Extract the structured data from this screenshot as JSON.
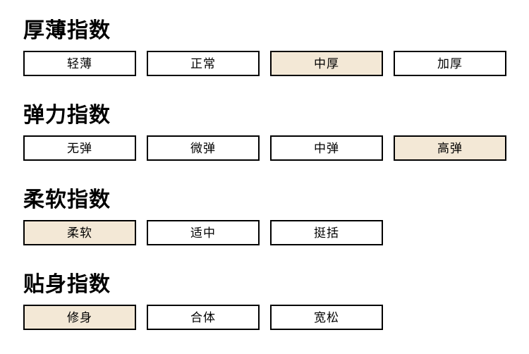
{
  "colors": {
    "selected_bg": "#f3e8d6",
    "border": "#000000",
    "text": "#000000",
    "page_bg": "#ffffff"
  },
  "sections": [
    {
      "title": "厚薄指数",
      "options": [
        {
          "label": "轻薄",
          "selected": false
        },
        {
          "label": "正常",
          "selected": false
        },
        {
          "label": "中厚",
          "selected": true
        },
        {
          "label": "加厚",
          "selected": false
        }
      ]
    },
    {
      "title": "弹力指数",
      "options": [
        {
          "label": "无弹",
          "selected": false
        },
        {
          "label": "微弹",
          "selected": false
        },
        {
          "label": "中弹",
          "selected": false
        },
        {
          "label": "高弹",
          "selected": true
        }
      ]
    },
    {
      "title": "柔软指数",
      "options": [
        {
          "label": "柔软",
          "selected": true
        },
        {
          "label": "适中",
          "selected": false
        },
        {
          "label": "挺括",
          "selected": false
        }
      ]
    },
    {
      "title": "贴身指数",
      "options": [
        {
          "label": "修身",
          "selected": true
        },
        {
          "label": "合体",
          "selected": false
        },
        {
          "label": "宽松",
          "selected": false
        }
      ]
    }
  ]
}
